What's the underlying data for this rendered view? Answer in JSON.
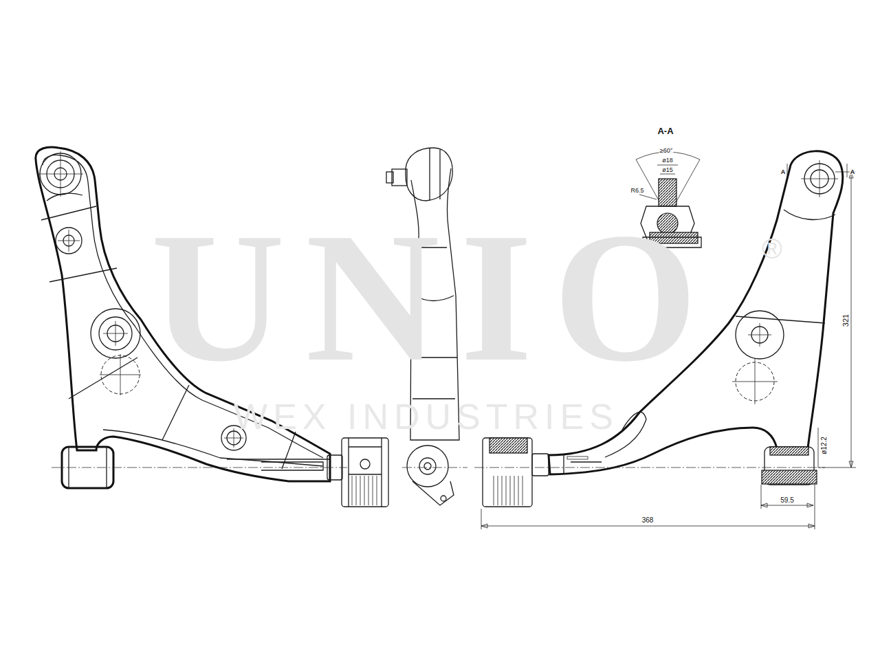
{
  "diagram": {
    "labels": [
      "UNIO",
      "®",
      "WEX INDUSTRIES",
      "A-A",
      "≥60°",
      "ø18",
      "ø15",
      "R6.5",
      "A",
      "A",
      "321",
      "ø12.2",
      "59.5",
      "368"
    ]
  }
}
